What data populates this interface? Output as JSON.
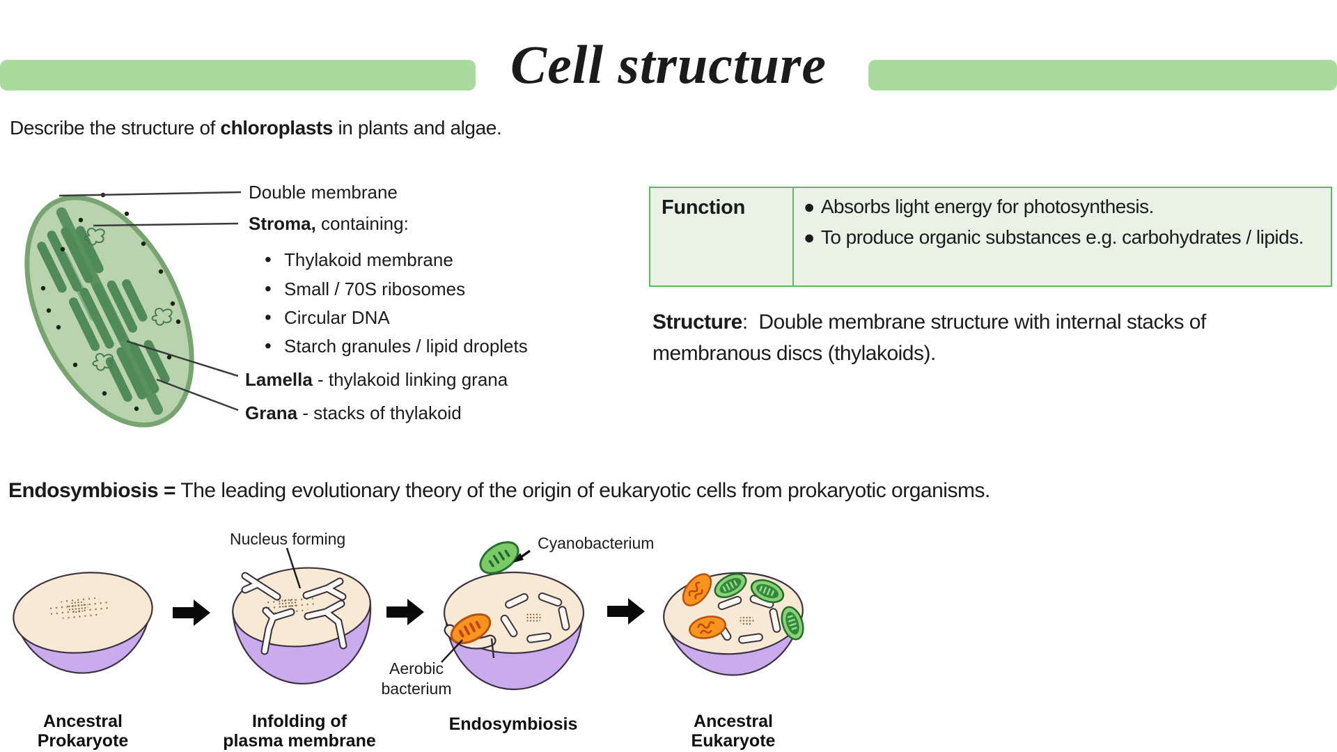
{
  "title": "Cell structure",
  "intro": {
    "pre": "Describe the structure of ",
    "bold": "chloroplasts",
    "post": " in plants and algae."
  },
  "chloroplast": {
    "bullet_glyph": "•",
    "label_double_membrane": "Double membrane",
    "label_stroma_bold": "Stroma,",
    "label_stroma_rest": " containing:",
    "bullets": [
      "Thylakoid membrane",
      "Small / 70S ribosomes",
      "Circular DNA",
      "Starch granules / lipid droplets"
    ],
    "label_lamella_bold": "Lamella",
    "label_lamella_rest": " - thylakoid linking grana",
    "label_grana_bold": "Grana",
    "label_grana_rest": " - stacks of thylakoid"
  },
  "function_table": {
    "header": "Function",
    "bullet_glyph": "●",
    "rows": [
      "Absorbs light energy for photosynthesis.",
      "To produce organic substances e.g. carbohydrates / lipids."
    ]
  },
  "structure_note": {
    "bold": "Structure",
    "rest": ":  Double membrane structure with internal stacks of membranous discs (thylakoids)."
  },
  "endosymbiosis": {
    "heading_bold": "Endosymbiosis =",
    "heading_rest": " The leading evolutionary theory of the origin of eukaryotic cells from prokaryotic organisms.",
    "annotations": {
      "nucleus_forming": "Nucleus forming",
      "cyanobacterium": "Cyanobacterium",
      "aerobic_line1": "Aerobic",
      "aerobic_line2": "bacterium"
    },
    "stages": [
      {
        "line1": "Ancestral",
        "line2": "Prokaryote"
      },
      {
        "line1": "Infolding of",
        "line2": "plasma membrane"
      },
      {
        "line1": "Endosymbiosis",
        "line2": ""
      },
      {
        "line1": "Ancestral",
        "line2": "Eukaryote"
      }
    ]
  },
  "colors": {
    "accent_bar": "#a9db9f",
    "table_border": "#5eb95e",
    "table_fill": "#e9f2e5",
    "chloroplast_fill": "#b9d3ae",
    "chloroplast_stroke": "#78a471",
    "grana_green": "#4f8a58",
    "cell_top_cream": "#f7e9d4",
    "cell_bottom_purple": "#c9abee",
    "mitochondrion_orange": "#f79420",
    "cyanobacterium_green": "#7cc968"
  }
}
